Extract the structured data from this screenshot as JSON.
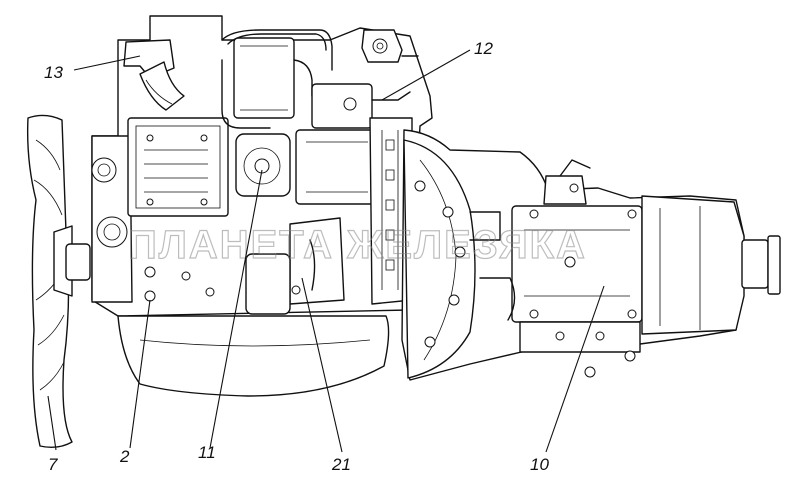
{
  "callouts": {
    "c13": "13",
    "c12": "12",
    "c7": "7",
    "c2": "2",
    "c11": "11",
    "c21": "21",
    "c10": "10"
  },
  "watermark": "ПЛАНЕТА ЖЕЛЕЗЯКА",
  "icons": [
    "fan-blade-icon",
    "engine-block-icon",
    "transmission-icon"
  ]
}
